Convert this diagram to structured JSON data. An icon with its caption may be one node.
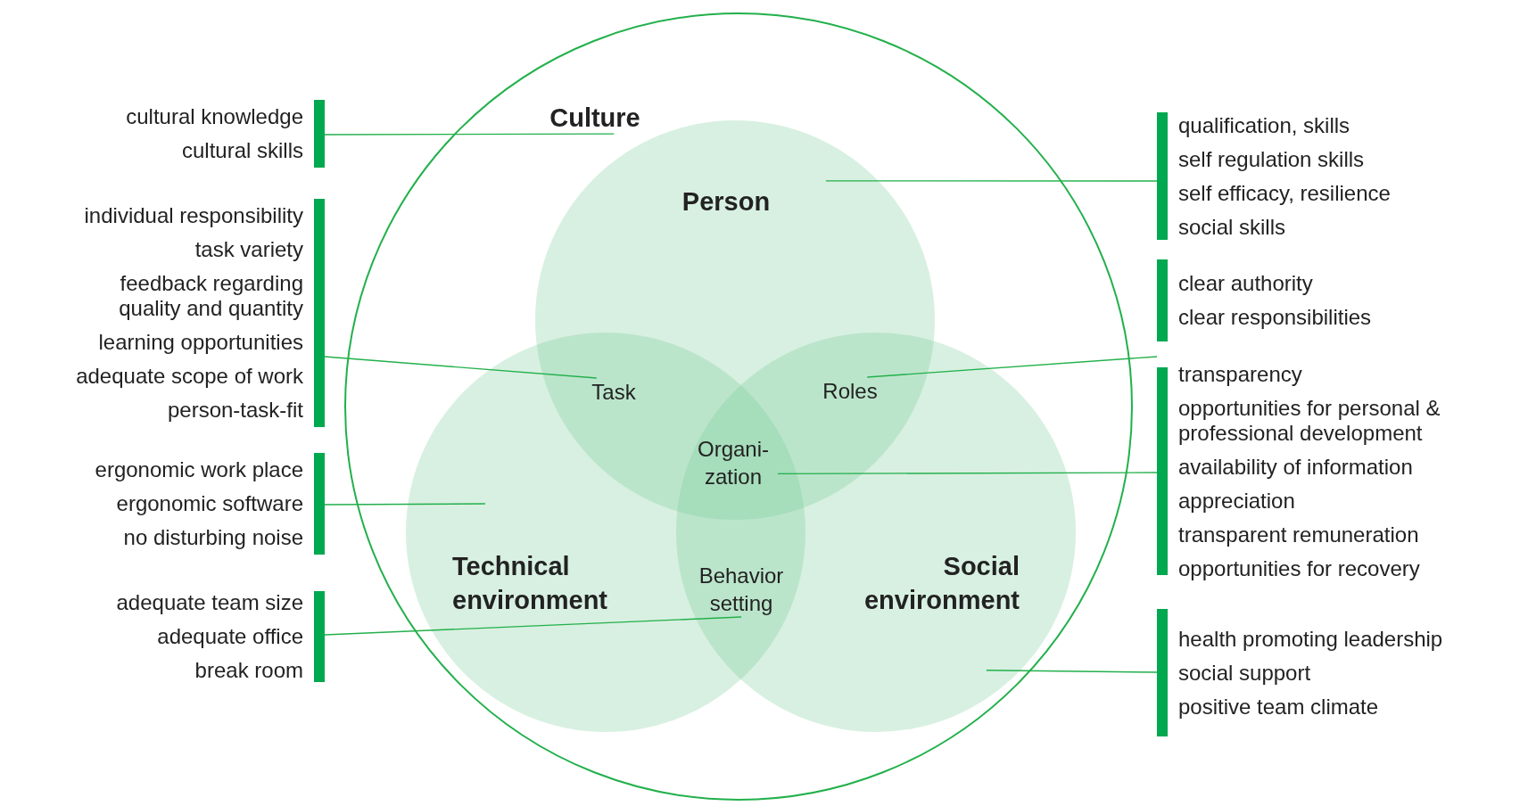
{
  "diagram": {
    "nodes": [
      {
        "text": [
          "Culture"
        ]
      },
      {
        "text": [
          "Person"
        ],
        "in": 0
      },
      {
        "text": [
          "Technical environment"
        ],
        "in": 0
      },
      {
        "text": [
          "Social environment"
        ],
        "in": 0
      },
      {
        "text": [
          "Task"
        ]
      },
      {
        "text": [
          "Roles"
        ]
      },
      {
        "text": [
          "Organi- zation"
        ]
      },
      {
        "text": [
          "Behavior setting"
        ]
      },
      {
        "text": [
          "cultural knowledge",
          "cultural skills"
        ]
      },
      {
        "text": [
          "individual responsibility",
          "task variety",
          "feedback regarding quality and quantity",
          "learning opportunities",
          "adequate scope of work",
          "person-task-fit"
        ]
      },
      {
        "text": [
          "ergonomic work place",
          "ergonomic software",
          "no disturbing noise"
        ]
      },
      {
        "text": [
          "adequate team size",
          "adequate office",
          "break room"
        ]
      },
      {
        "text": [
          "qualification, skills",
          "self regulation skills",
          "self efficacy, resilience",
          "social skills"
        ]
      },
      {
        "text": [
          "clear authority",
          "clear responsibilities"
        ]
      },
      {
        "text": [
          "transparency",
          "opportunities for personal & professional development",
          "availability of information",
          "appreciation",
          "transparent remuneration",
          "opportunities for recovery"
        ]
      },
      {
        "text": [
          "health promoting leadership",
          "social support",
          "positive team climate"
        ]
      }
    ],
    "edges": [
      {
        "from": 8,
        "to": 0,
        "arrow": "none"
      },
      {
        "from": 9,
        "to": 4,
        "arrow": "none"
      },
      {
        "from": 10,
        "to": 2,
        "arrow": "none"
      },
      {
        "from": 11,
        "to": 7,
        "arrow": "none"
      },
      {
        "from": 12,
        "to": 1,
        "arrow": "none"
      },
      {
        "from": 13,
        "to": 5,
        "arrow": "none"
      },
      {
        "from": 14,
        "to": 6,
        "arrow": "none"
      },
      {
        "from": 15,
        "to": 3,
        "arrow": "none"
      }
    ]
  }
}
